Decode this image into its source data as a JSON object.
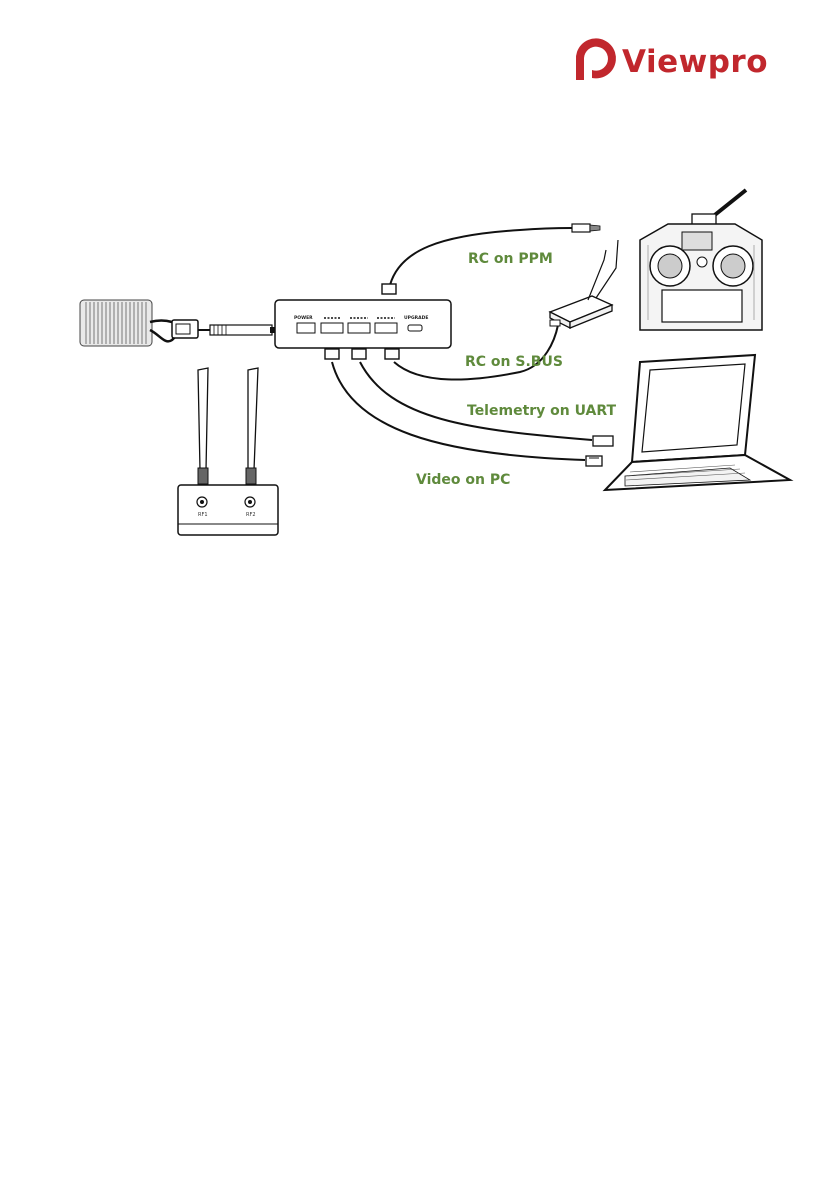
{
  "brand": {
    "name": "Viewpro",
    "color": "#c1272d"
  },
  "connections": [
    {
      "id": "ppm",
      "label": "RC on PPM"
    },
    {
      "id": "sbus",
      "label": "RC on S.BUS"
    },
    {
      "id": "uart",
      "label": "Telemetry on UART"
    },
    {
      "id": "video",
      "label": "Video on PC"
    }
  ],
  "box_ports": [
    "POWER",
    "UPGRADE"
  ],
  "receiver_ports": [
    "RF1",
    "RF2"
  ],
  "label_color": "#5f8a3c"
}
